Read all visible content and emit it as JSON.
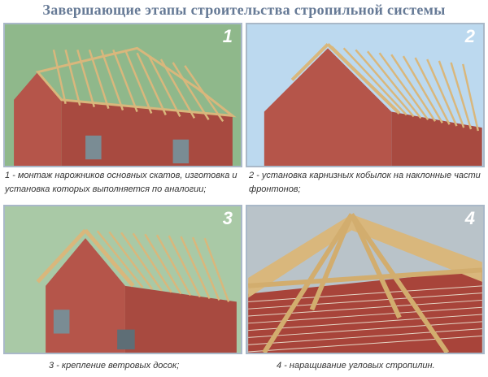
{
  "title": "Завершающие этапы строительства стропильной системы",
  "panels": [
    {
      "number": "1",
      "caption": "1 - монтаж нарожников основных скатов, изготовка и установка которых выполняется по аналогии;",
      "background": "#8fb88b"
    },
    {
      "number": "2",
      "caption": "2 - установка карнизных кобылок на наклонные части фронтонов;",
      "background": "#bcd9ef"
    },
    {
      "number": "3",
      "caption": "3 - крепление ветровых досок;",
      "background": "#a9c9a6"
    },
    {
      "number": "4",
      "caption": "4 - наращивание угловых стропилин.",
      "background": "#b9c3c9"
    }
  ],
  "colors": {
    "brick": "#b5554a",
    "timber": "#d9b77c"
  }
}
